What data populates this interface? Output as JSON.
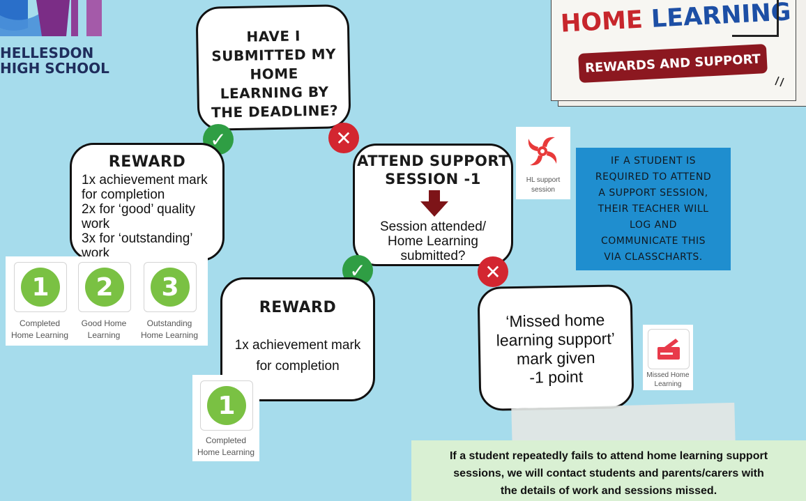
{
  "school": {
    "line1": "HELLESDON",
    "line2": "HIGH SCHOOL"
  },
  "header": {
    "title_part1": "HOME",
    "title_part2": "LEARNING",
    "subtitle": "REWARDS AND SUPPORT"
  },
  "question": {
    "text": "HAVE I SUBMITTED MY HOME LEARNING BY THE DEADLINE?"
  },
  "reward1": {
    "title": "REWARD",
    "lines": [
      "1x achievement mark",
      "for completion",
      "2x for ‘good’ quality",
      "work",
      "3x for ‘outstanding’",
      "work"
    ]
  },
  "support": {
    "title_line1": "ATTEND SUPPORT",
    "title_line2": "SESSION -1",
    "question_line1": "Session attended/",
    "question_line2": "Home Learning",
    "question_line3": "submitted?"
  },
  "hl_icon": {
    "line1": "HL support",
    "line2": "session"
  },
  "info_box": {
    "lines": [
      "IF A STUDENT IS",
      "REQUIRED TO ATTEND",
      "A SUPPORT SESSION,",
      "THEIR TEACHER WILL",
      "LOG AND",
      "COMMUNICATE THIS",
      "VIA CLASSCHARTS."
    ]
  },
  "achievement_tiles": [
    {
      "number": "1",
      "line1": "Completed",
      "line2": "Home Learning"
    },
    {
      "number": "2",
      "line1": "Good Home",
      "line2": "Learning"
    },
    {
      "number": "3",
      "line1": "Outstanding",
      "line2": "Home Learning"
    }
  ],
  "reward2": {
    "title": "REWARD",
    "line1": "1x achievement mark",
    "line2": "for completion"
  },
  "reward2_tile": {
    "number": "1",
    "line1": "Completed",
    "line2": "Home Learning"
  },
  "missed": {
    "line1": "‘Missed home",
    "line2": "learning support’",
    "line3": "mark given",
    "line4": "-1 point"
  },
  "missed_icon": {
    "line1": "Missed Home",
    "line2": "Learning"
  },
  "footer_note": {
    "line1": "If a student repeatedly fails to attend home learning support",
    "line2": "sessions, we will contact students and parents/carers with",
    "line3": "the details of work and sessions missed."
  },
  "colors": {
    "background": "#a6dcec",
    "tick": "#2f9e44",
    "cross": "#d32630",
    "info_box": "#1f8ecf",
    "subtitle_banner": "#8c1820",
    "title_red": "#c7262c",
    "title_blue": "#1d4fa5",
    "note_bg": "#d9f0d3",
    "badge_green": "#7ac143"
  }
}
